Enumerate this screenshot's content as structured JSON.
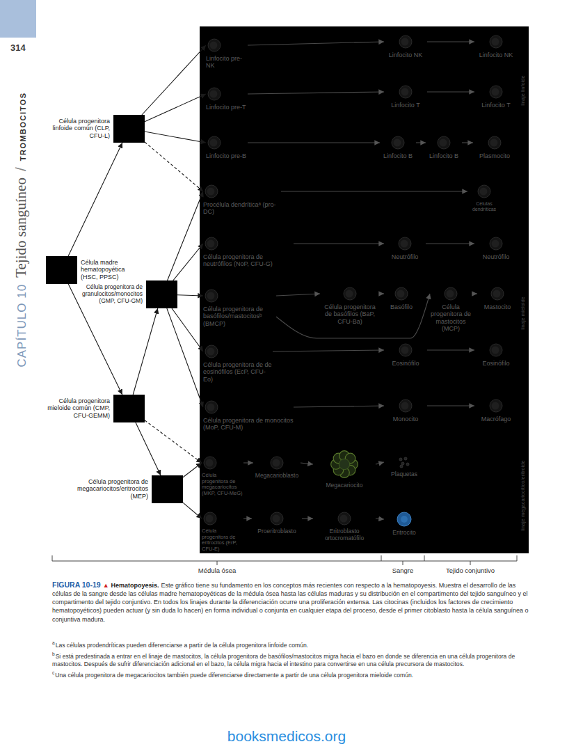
{
  "diagram": {
    "title": "Hematopoyesis.",
    "caption": "Este gráfico tiene su fundamento en los conceptos más recientes con respecto a la hematopoyesis. Muestra el desarrollo de las células de la sangre desde las células madre hematopoyéticas de la médula ósea hasta las células maduras y su distribución en el compartimento del tejido sanguíneo y el compartimento del tejido conjuntivo. En todos los linajes durante la diferenciación ocurre una proliferación extensa. Las citocinas (incluidos los factores de crecimiento hematopoyéticos) pueden actuar (y sin duda lo hacen) en forma individual o conjunta en cualquier etapa del proceso, desde el primer citoblasto hasta la célula sanguínea o conjuntiva madura.",
    "nodes": [
      {
        "text": [
          "Célula progenitora linfoide común (CLP, CFU-L)"
        ]
      },
      {
        "text": [
          "Célula madre hematopoyética (HSC, PPSC)"
        ]
      },
      {
        "text": [
          "Célula progenitora de granulocitos/monocitos (GMP, CFU-GM)"
        ]
      },
      {
        "text": [
          "Célula progenitora mieloide común (CMP, CFU-GEMM)"
        ]
      },
      {
        "text": [
          "Célula progenitora de megacariocitos/eritrocitos (MEP)"
        ]
      },
      {
        "text": [
          "Linfocito pre-NK"
        ]
      },
      {
        "text": [
          "Linfocito NK"
        ]
      },
      {
        "text": [
          "Linfocito NK"
        ]
      },
      {
        "text": [
          "Linfocito pre-T"
        ]
      },
      {
        "text": [
          "Linfocito T"
        ]
      },
      {
        "text": [
          "Linfocito T"
        ]
      },
      {
        "text": [
          "Linfocito pre-B"
        ]
      },
      {
        "text": [
          "Linfocito B"
        ]
      },
      {
        "text": [
          "Linfocito B"
        ]
      },
      {
        "text": [
          "Plasmocito"
        ]
      },
      {
        "text": [
          "Procélula dendríticaᵃ (pro-DC)"
        ]
      },
      {
        "text": [
          "Células dendríticas"
        ]
      },
      {
        "text": [
          "Célula progenitora de neutrófilos (NoP, CFU-G)"
        ]
      },
      {
        "text": [
          "Neutrófilo"
        ]
      },
      {
        "text": [
          "Neutrófilo"
        ]
      },
      {
        "text": [
          "Célula progenitora de basófilos/mastocitosᵇ (BMCP)"
        ]
      },
      {
        "text": [
          "Célula progenitora de basófilos (BaP, CFU-Ba)"
        ]
      },
      {
        "text": [
          "Basófilo"
        ]
      },
      {
        "text": [
          "Célula progenitora de mastocitos (MCP)"
        ]
      },
      {
        "text": [
          "Mastocito"
        ]
      },
      {
        "text": [
          "Célula progenitora de de eosinófilos (EcP, CFU-Eo)"
        ]
      },
      {
        "text": [
          "Eosinófilo"
        ]
      },
      {
        "text": [
          "Eosinófilo"
        ]
      },
      {
        "text": [
          "Célula progenitora de monocitos (MoP, CFU-M)"
        ]
      },
      {
        "text": [
          "Monocito"
        ]
      },
      {
        "text": [
          "Macrófago"
        ]
      },
      {
        "text": [
          "Célula progenitora de megacariocitos (MKP, CFU-MeG)"
        ]
      },
      {
        "text": [
          "Megacarioblasto"
        ]
      },
      {
        "text": [
          "Megacariocito"
        ]
      },
      {
        "text": [
          "Plaquetas"
        ]
      },
      {
        "text": [
          "Célula progenitora de eritrocitos (ErP, CFU-E)"
        ]
      },
      {
        "text": [
          "Proeritroblasto"
        ]
      },
      {
        "text": [
          "Eritroblasto ortocromatófilo"
        ]
      },
      {
        "text": [
          "Eritrocito"
        ]
      }
    ],
    "edges": [
      {
        "from": 1,
        "to": 0,
        "arrow": "to"
      },
      {
        "from": 1,
        "to": 3,
        "arrow": "to"
      },
      {
        "from": 0,
        "to": 5,
        "arrow": "to"
      },
      {
        "from": 0,
        "to": 8,
        "arrow": "to"
      },
      {
        "from": 0,
        "to": 11,
        "arrow": "to"
      },
      {
        "from": 0,
        "to": 15,
        "arrow": "to"
      },
      {
        "from": 3,
        "to": 2,
        "arrow": "to"
      },
      {
        "from": 3,
        "to": 4,
        "arrow": "to"
      },
      {
        "from": 3,
        "to": 31,
        "arrow": "to"
      },
      {
        "from": 2,
        "to": 15,
        "arrow": "to"
      },
      {
        "from": 2,
        "to": 17,
        "arrow": "to"
      },
      {
        "from": 2,
        "to": 20,
        "arrow": "to"
      },
      {
        "from": 2,
        "to": 25,
        "arrow": "to"
      },
      {
        "from": 2,
        "to": 28,
        "arrow": "to"
      },
      {
        "from": 4,
        "to": 31,
        "arrow": "to"
      },
      {
        "from": 4,
        "to": 35,
        "arrow": "to"
      },
      {
        "from": 5,
        "to": 6,
        "arrow": "to"
      },
      {
        "from": 6,
        "to": 7,
        "arrow": "to"
      },
      {
        "from": 8,
        "to": 9,
        "arrow": "to"
      },
      {
        "from": 9,
        "to": 10,
        "arrow": "to"
      },
      {
        "from": 11,
        "to": 12,
        "arrow": "to"
      },
      {
        "from": 12,
        "to": 13,
        "arrow": "to"
      },
      {
        "from": 13,
        "to": 14,
        "arrow": "to"
      },
      {
        "from": 15,
        "to": 16,
        "arrow": "to"
      },
      {
        "from": 17,
        "to": 18,
        "arrow": "to"
      },
      {
        "from": 18,
        "to": 19,
        "arrow": "to"
      },
      {
        "from": 20,
        "to": 21,
        "arrow": "to"
      },
      {
        "from": 21,
        "to": 22,
        "arrow": "to"
      },
      {
        "from": 20,
        "to": 23,
        "arrow": "to"
      },
      {
        "from": 23,
        "to": 24,
        "arrow": "to"
      },
      {
        "from": 25,
        "to": 26,
        "arrow": "to"
      },
      {
        "from": 26,
        "to": 27,
        "arrow": "to"
      },
      {
        "from": 28,
        "to": 29,
        "arrow": "to"
      },
      {
        "from": 29,
        "to": 30,
        "arrow": "to"
      },
      {
        "from": 31,
        "to": 32,
        "arrow": "to"
      },
      {
        "from": 32,
        "to": 33,
        "arrow": "to"
      },
      {
        "from": 33,
        "to": 34,
        "arrow": "to"
      },
      {
        "from": 35,
        "to": 36,
        "arrow": "to"
      },
      {
        "from": 36,
        "to": 37,
        "arrow": "to"
      },
      {
        "from": 37,
        "to": 38,
        "arrow": "to"
      }
    ],
    "labels": [
      "314",
      "CAPÍTULO 10",
      "Tejido sanguíneo",
      "/",
      "TROMBOCITOS",
      "linaje linfoide",
      "linaje mieloide",
      "linaje megacariocítico/eritroide",
      "Médula ósea",
      "Sangre",
      "Tejido conjuntivo",
      "FIGURA 10-19",
      "▲",
      "a",
      "Las células prodendríticas pueden diferenciarse a partir de la célula progenitora linfoide común.",
      "b",
      "Si está predestinada a entrar en el linaje de mastocitos, la célula progenitora de basófilos/mastocitos migra hacia el bazo en donde se diferencia en una célula progenitora de mastocitos. Después de sufrir diferenciación adicional en el bazo, la célula migra hacia el intestino para convertirse en una célula precursora de mastocitos.",
      "c",
      "Una célula progenitora de megacariocitos también puede diferenciarse directamente a partir de una célula progenitora mieloide común.",
      "booksmedicos.org"
    ]
  }
}
